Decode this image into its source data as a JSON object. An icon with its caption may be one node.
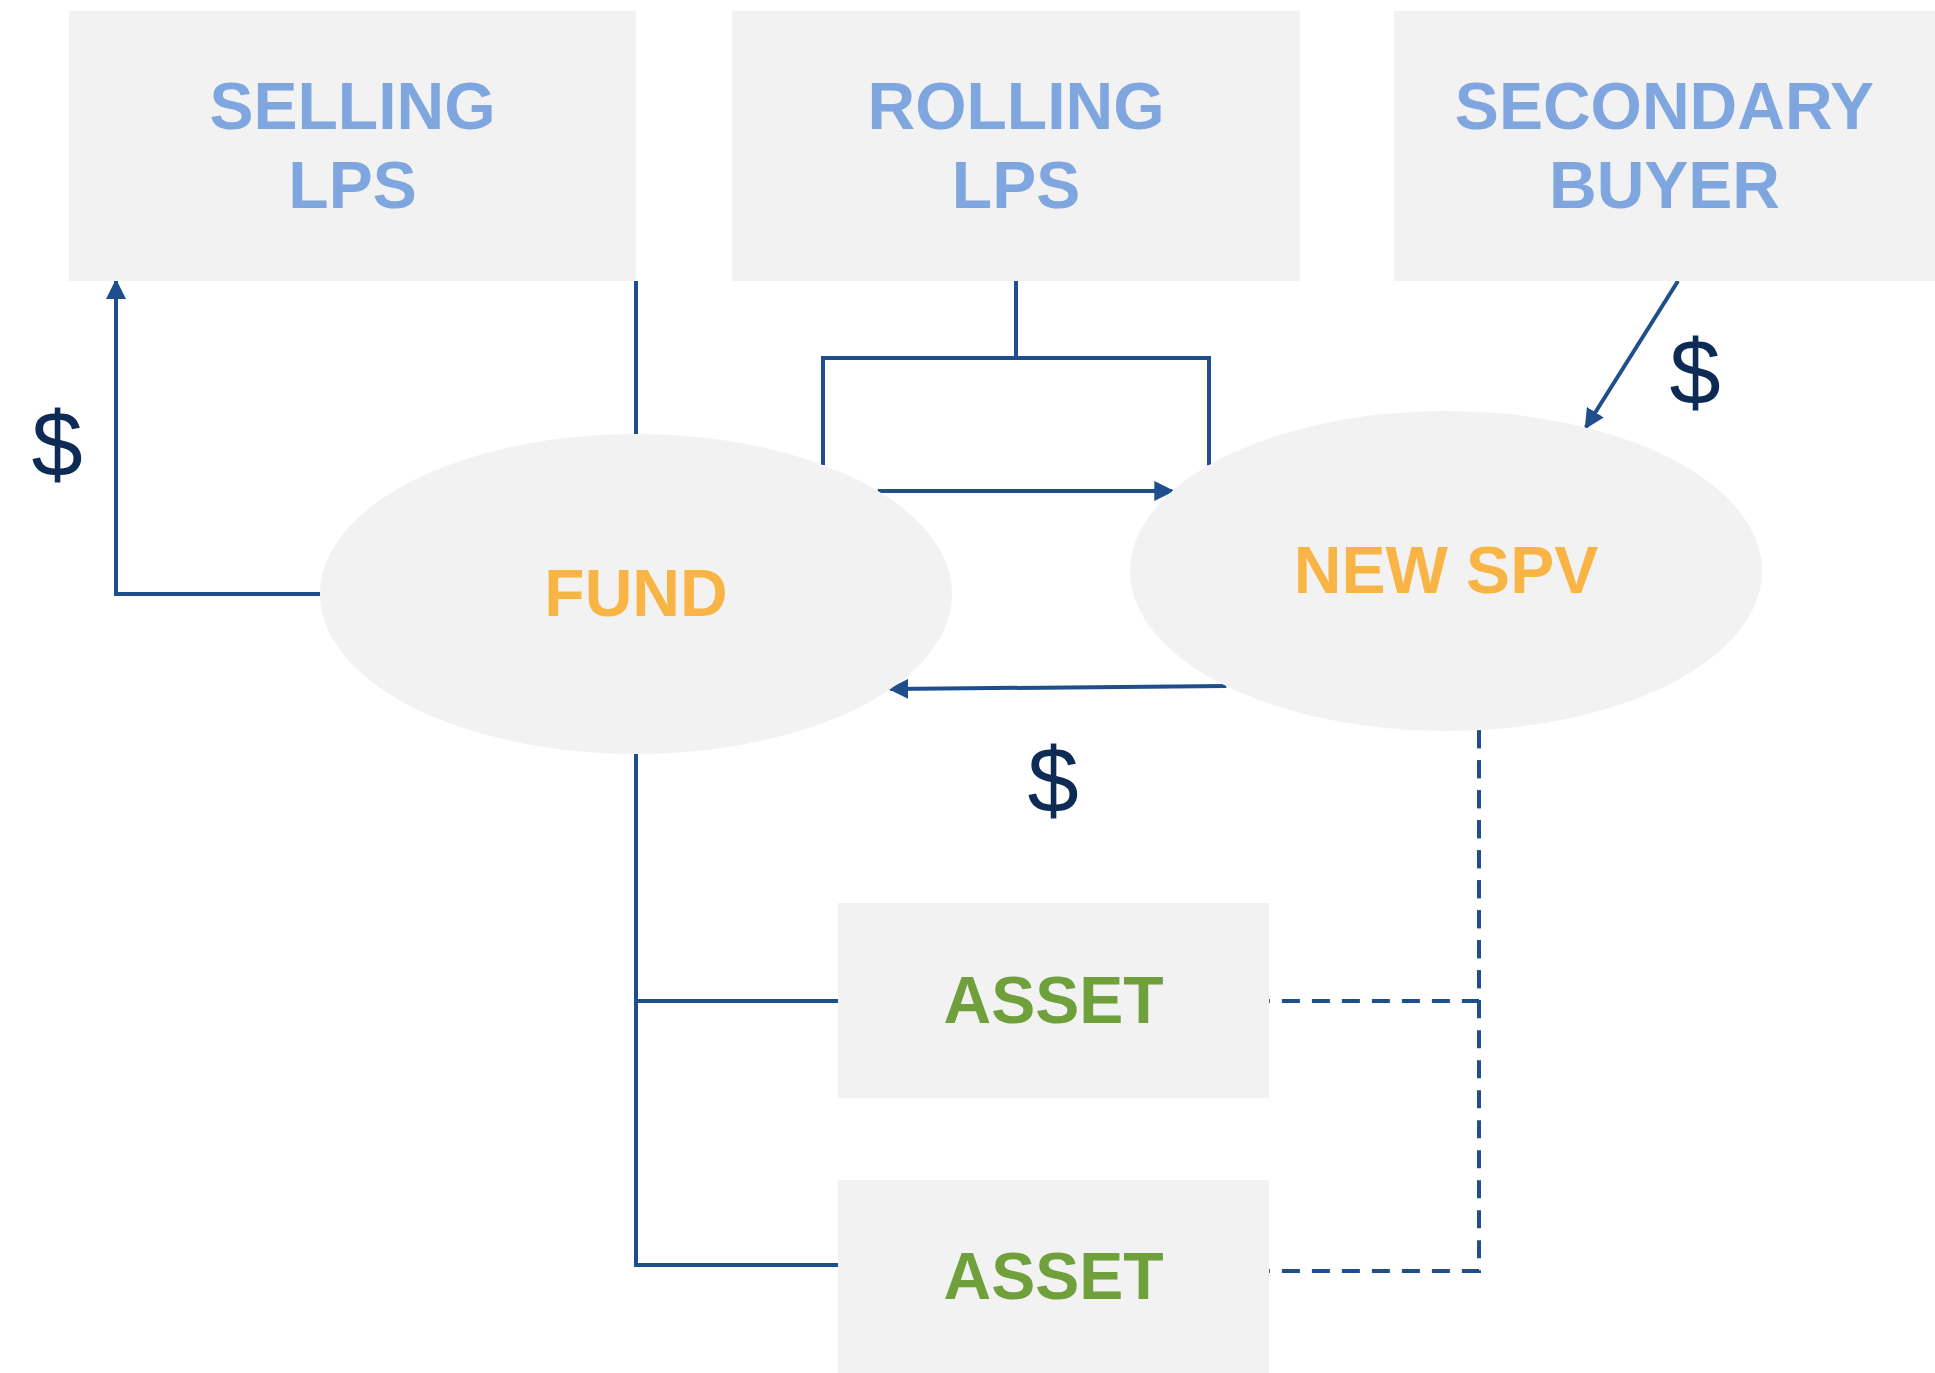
{
  "diagram": {
    "nodes": [
      {
        "text": [
          "SELLING LPS"
        ]
      },
      {
        "text": [
          "ROLLING LPS"
        ]
      },
      {
        "text": [
          "SECONDARY BUYER"
        ]
      },
      {
        "text": [
          "FUND"
        ]
      },
      {
        "text": [
          "NEW SPV"
        ]
      },
      {
        "text": [
          "ASSET"
        ]
      },
      {
        "text": [
          "ASSET"
        ]
      }
    ],
    "edges": [
      {
        "from": 3,
        "to": 0,
        "arrow": "to",
        "label": "$"
      },
      {
        "from": 0,
        "to": 3,
        "arrow": "none"
      },
      {
        "from": 1,
        "to": 3,
        "arrow": "none"
      },
      {
        "from": 1,
        "to": 4,
        "arrow": "none"
      },
      {
        "from": 3,
        "to": 4,
        "arrow": "to"
      },
      {
        "from": 2,
        "to": 4,
        "arrow": "to",
        "label": "$"
      },
      {
        "from": 4,
        "to": 3,
        "arrow": "to",
        "label": "$"
      },
      {
        "from": 3,
        "to": 5,
        "arrow": "none"
      },
      {
        "from": 3,
        "to": 6,
        "arrow": "none"
      },
      {
        "from": 4,
        "to": 5,
        "arrow": "none",
        "style": "dashed"
      },
      {
        "from": 4,
        "to": 6,
        "arrow": "none",
        "style": "dashed"
      }
    ]
  }
}
